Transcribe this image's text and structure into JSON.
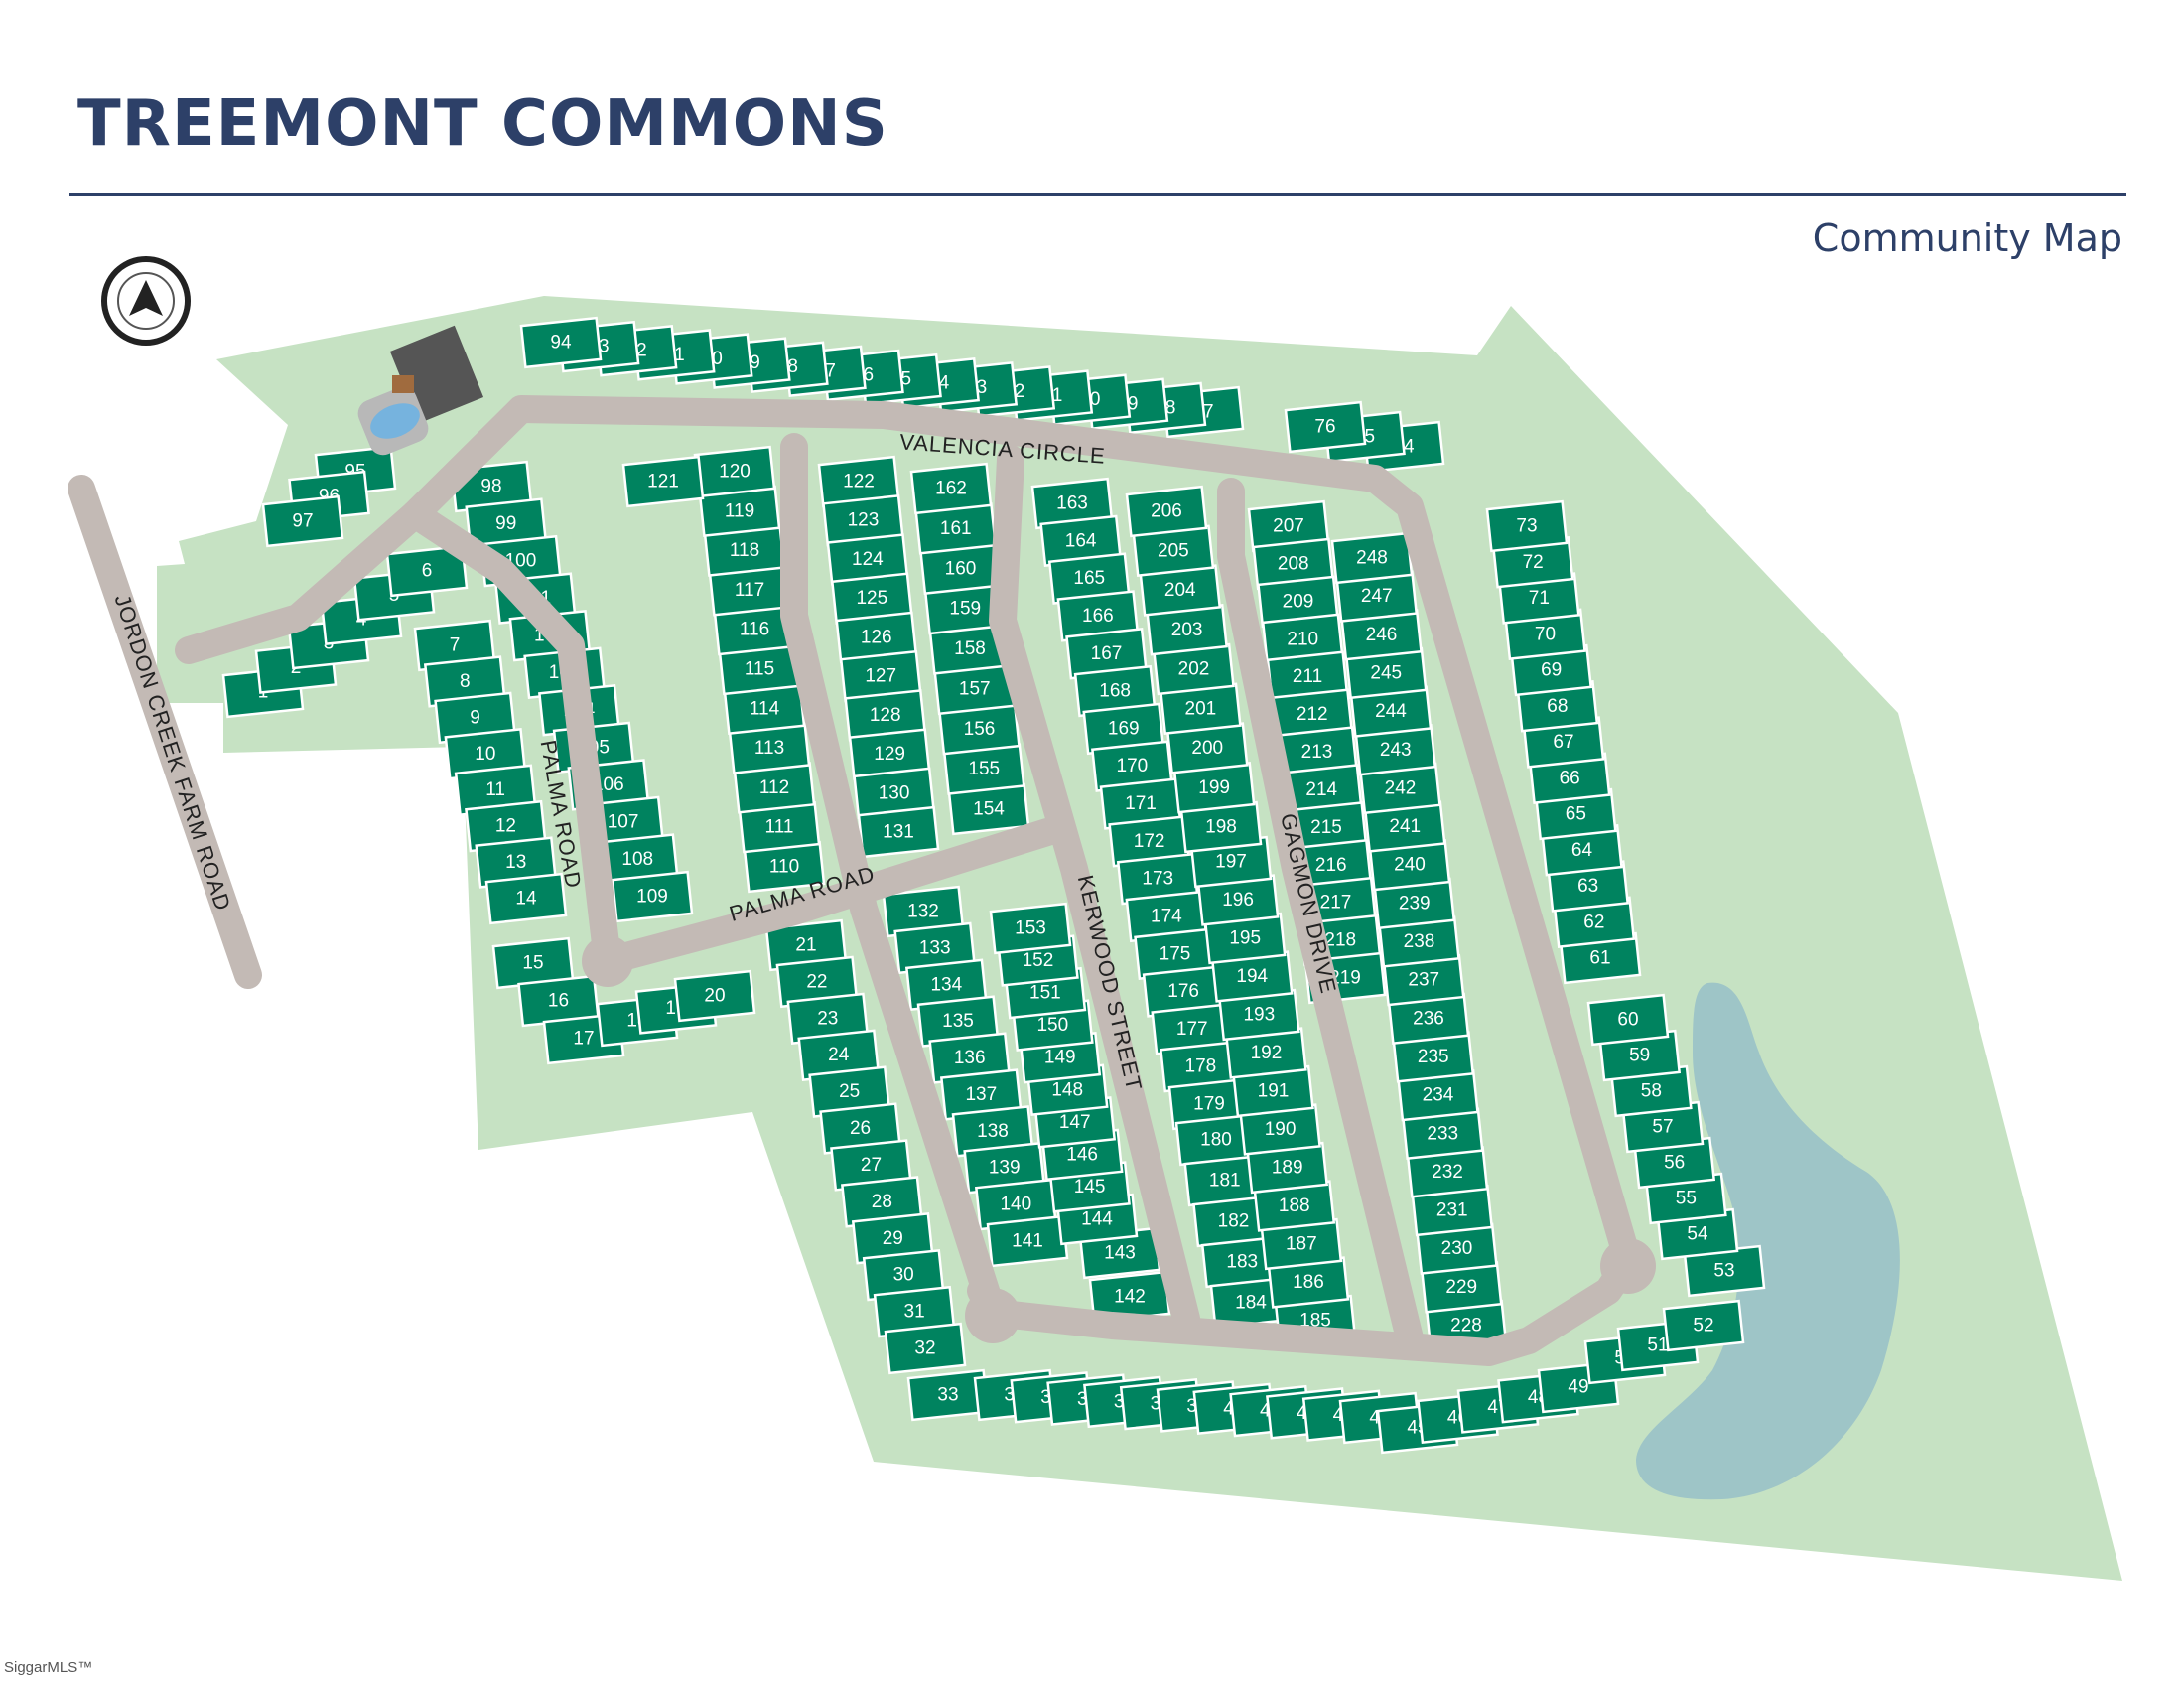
{
  "header": {
    "title": "TREEMONT COMMONS",
    "subtitle": "Community Map"
  },
  "map": {
    "roads": [
      {
        "id": "valencia-circle",
        "label": "VALENCIA CIRCLE"
      },
      {
        "id": "palma-road-north",
        "label": "PALMA ROAD"
      },
      {
        "id": "palma-road-east",
        "label": "PALMA ROAD"
      },
      {
        "id": "kerwood-street",
        "label": "KERWOOD STREET"
      },
      {
        "id": "gagmon-drive",
        "label": "GAGMON DRIVE"
      },
      {
        "id": "jordon-creek-farm-road",
        "label": "JORDON CREEK FARM ROAD"
      }
    ],
    "colors": {
      "lot": "#00835f",
      "open_space": "#c6e2c3",
      "road": "#c3bab5",
      "pond": "#9ec5c7",
      "title": "#2d4068"
    },
    "lot_count": 248,
    "amenities": [
      "pool",
      "amenity-building"
    ],
    "compass": "north-arrow-icon"
  },
  "footer": {
    "brand": "SiggarMLS™"
  }
}
